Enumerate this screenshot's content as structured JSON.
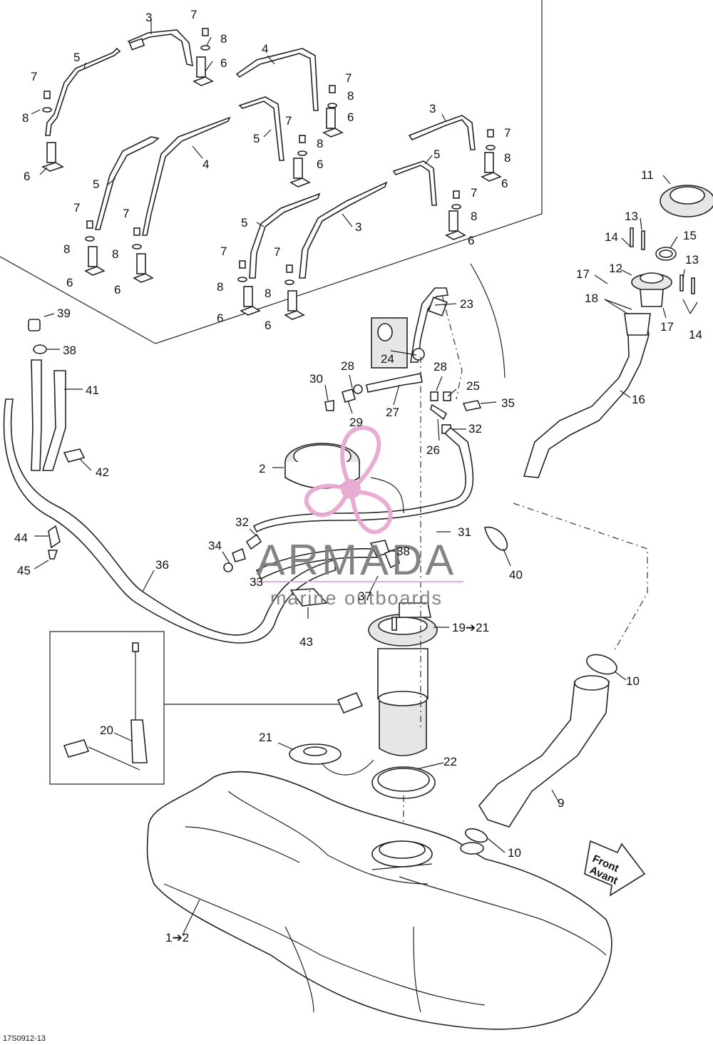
{
  "drawing_number": "17S0912-13",
  "watermark": {
    "brand": "ARMADA",
    "tagline": "marine outboards",
    "accent_color": "#e8a8d0"
  },
  "front_arrow": {
    "line1": "Front",
    "line2": "Avant"
  },
  "callouts": {
    "c1": "1➔2",
    "c2": "2",
    "c3": "3",
    "c4": "4",
    "c5": "5",
    "c6": "6",
    "c7": "7",
    "c8": "8",
    "c9": "9",
    "c10": "10",
    "c11": "11",
    "c12": "12",
    "c13": "13",
    "c14": "14",
    "c15": "15",
    "c16": "16",
    "c17": "17",
    "c18": "18",
    "c19": "19➔21",
    "c20": "20",
    "c21": "21",
    "c22": "22",
    "c23": "23",
    "c24": "24",
    "c25": "25",
    "c26": "26",
    "c27": "27",
    "c28": "28",
    "c29": "29",
    "c30": "30",
    "c31": "31",
    "c32": "32",
    "c33": "33",
    "c34": "34",
    "c35": "35",
    "c36": "36",
    "c37": "37",
    "c38": "38",
    "c39": "39",
    "c40": "40",
    "c41": "41",
    "c42": "42",
    "c43": "43",
    "c44": "44",
    "c45": "45"
  },
  "colors": {
    "line": "#222222",
    "part_fill": "#ffffff",
    "shade": "#e6e6e6",
    "background": "#ffffff"
  }
}
